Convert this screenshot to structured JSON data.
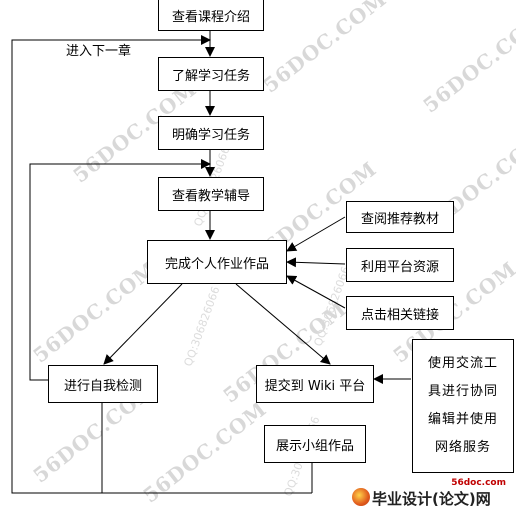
{
  "diagram": {
    "nodes": {
      "view_intro": "查看课程介绍",
      "understand_task": "了解学习任务",
      "clarify_task": "明确学习任务",
      "view_guidance": "查看教学辅导",
      "complete_work": "完成个人作业作品",
      "read_materials": "查阅推荐教材",
      "use_resources": "利用平台资源",
      "click_links": "点击相关链接",
      "self_test": "进行自我检测",
      "submit_wiki": "提交到 Wiki 平台",
      "show_group": "展示小组作品",
      "collab_lines": [
        "使用交流工",
        "具进行协同",
        "编辑并使用",
        "网络服务"
      ]
    },
    "edge_labels": {
      "next_chapter": "进入下一章"
    }
  },
  "watermark": {
    "text": "56DOC.COM",
    "qq": "QQ:306826066"
  },
  "logo": {
    "url": "56doc.com",
    "text": "毕业设计(论文)网"
  }
}
